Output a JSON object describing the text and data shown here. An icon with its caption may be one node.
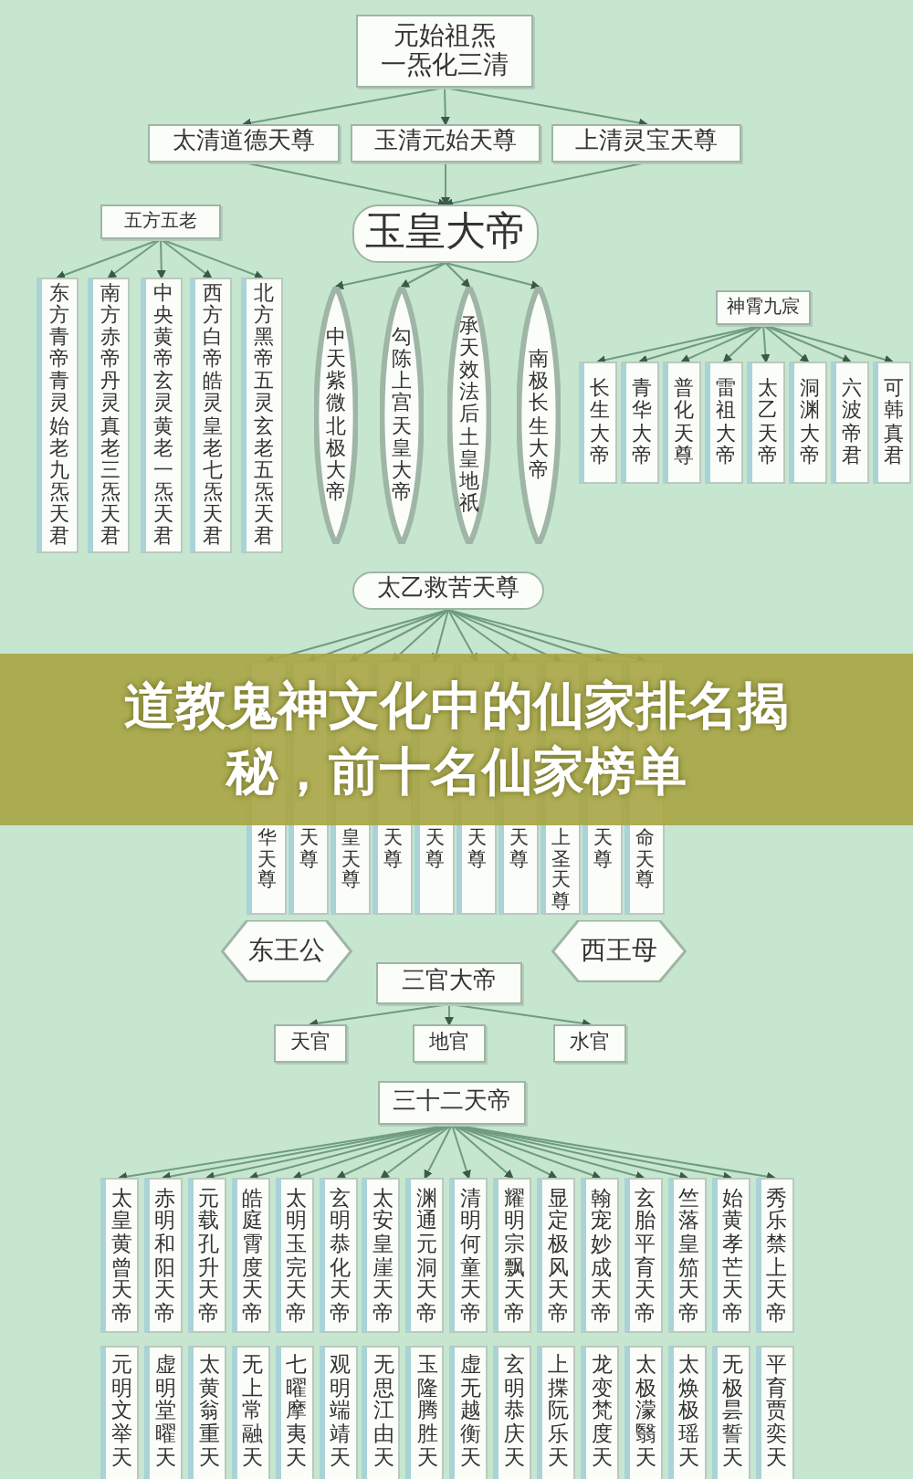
{
  "diagram": {
    "title": "道教鬼神文化中的仙家排名揭秘，前十名仙家榜单",
    "nodes": [
      {
        "text": [
          "元始祖炁一炁化三清"
        ]
      },
      {
        "text": [
          "太清道德天尊"
        ]
      },
      {
        "text": [
          "玉清元始天尊"
        ]
      },
      {
        "text": [
          "上清灵宝天尊"
        ]
      },
      {
        "text": [
          "五方五老"
        ]
      },
      {
        "text": [
          "玉皇大帝"
        ]
      },
      {
        "text": [
          "东方青帝青灵始老九炁天君"
        ]
      },
      {
        "text": [
          "南方赤帝丹灵真老三炁天君"
        ]
      },
      {
        "text": [
          "中央黄帝玄灵黄老一炁天君"
        ]
      },
      {
        "text": [
          "西方白帝皓灵皇老七炁天君"
        ]
      },
      {
        "text": [
          "北方黑帝五灵玄老五炁天君"
        ]
      },
      {
        "text": [
          "中天紫微北极大帝"
        ]
      },
      {
        "text": [
          "勾陈上宫天皇大帝"
        ]
      },
      {
        "text": [
          "承天效法后土皇地祇"
        ]
      },
      {
        "text": [
          "南极长生大帝"
        ]
      },
      {
        "text": [
          "神霄九宸"
        ]
      },
      {
        "text": [
          "长生大帝"
        ]
      },
      {
        "text": [
          "青华大帝"
        ]
      },
      {
        "text": [
          "普化天尊"
        ]
      },
      {
        "text": [
          "雷祖大帝"
        ]
      },
      {
        "text": [
          "太乙天帝"
        ]
      },
      {
        "text": [
          "洞渊大帝"
        ]
      },
      {
        "text": [
          "六波帝君"
        ]
      },
      {
        "text": [
          "可韩真君"
        ]
      },
      {
        "text": [
          "太乙救苦天尊"
        ]
      },
      {
        "text": [
          "华天尊"
        ]
      },
      {
        "text": [
          "天尊"
        ]
      },
      {
        "text": [
          "皇天尊"
        ]
      },
      {
        "text": [
          "天尊"
        ]
      },
      {
        "text": [
          "天尊"
        ]
      },
      {
        "text": [
          "天尊"
        ]
      },
      {
        "text": [
          "天尊"
        ]
      },
      {
        "text": [
          "上圣天尊"
        ]
      },
      {
        "text": [
          "天尊"
        ]
      },
      {
        "text": [
          "命天尊"
        ]
      },
      {
        "text": [
          "东王公"
        ]
      },
      {
        "text": [
          "西王母"
        ]
      },
      {
        "text": [
          "三官大帝"
        ]
      },
      {
        "text": [
          "天官"
        ]
      },
      {
        "text": [
          "地官"
        ]
      },
      {
        "text": [
          "水官"
        ]
      },
      {
        "text": [
          "三十二天帝"
        ]
      },
      {
        "text": [
          "太皇黄曾天帝"
        ]
      },
      {
        "text": [
          "赤明和阳天帝"
        ]
      },
      {
        "text": [
          "元载孔升天帝"
        ]
      },
      {
        "text": [
          "皓庭霄度天帝"
        ]
      },
      {
        "text": [
          "太明玉完天帝"
        ]
      },
      {
        "text": [
          "玄明恭化天帝"
        ]
      },
      {
        "text": [
          "太安皇崖天帝"
        ]
      },
      {
        "text": [
          "渊通元洞天帝"
        ]
      },
      {
        "text": [
          "清明何童天帝"
        ]
      },
      {
        "text": [
          "耀明宗飘天帝"
        ]
      },
      {
        "text": [
          "显定极风天帝"
        ]
      },
      {
        "text": [
          "翰宠妙成天帝"
        ]
      },
      {
        "text": [
          "玄胎平育天帝"
        ]
      },
      {
        "text": [
          "竺落皇笳天帝"
        ]
      },
      {
        "text": [
          "始黄孝芒天帝"
        ]
      },
      {
        "text": [
          "秀乐禁上天帝"
        ]
      },
      {
        "text": [
          "元明文举天"
        ]
      },
      {
        "text": [
          "虚明堂曜天"
        ]
      },
      {
        "text": [
          "太黄翁重天"
        ]
      },
      {
        "text": [
          "无上常融天"
        ]
      },
      {
        "text": [
          "七曜摩夷天"
        ]
      },
      {
        "text": [
          "观明端靖天"
        ]
      },
      {
        "text": [
          "无思江由天"
        ]
      },
      {
        "text": [
          "玉隆腾胜天"
        ]
      },
      {
        "text": [
          "虚无越衡天"
        ]
      },
      {
        "text": [
          "玄明恭庆天"
        ]
      },
      {
        "text": [
          "上揲阮乐天"
        ]
      },
      {
        "text": [
          "龙变梵度天"
        ]
      },
      {
        "text": [
          "太极濛翳天"
        ]
      },
      {
        "text": [
          "太焕极瑶天"
        ]
      },
      {
        "text": [
          "无极昙誓天"
        ]
      },
      {
        "text": [
          "平育贾奕天"
        ]
      }
    ],
    "edges": [
      {
        "from": 0,
        "to": 1,
        "arrow": "to"
      },
      {
        "from": 0,
        "to": 2,
        "arrow": "to"
      },
      {
        "from": 0,
        "to": 3,
        "arrow": "to"
      },
      {
        "from": 1,
        "to": 5,
        "arrow": "to"
      },
      {
        "from": 2,
        "to": 5,
        "arrow": "to"
      },
      {
        "from": 3,
        "to": 5,
        "arrow": "to"
      },
      {
        "from": 4,
        "to": 6,
        "arrow": "to"
      },
      {
        "from": 4,
        "to": 7,
        "arrow": "to"
      },
      {
        "from": 4,
        "to": 8,
        "arrow": "to"
      },
      {
        "from": 4,
        "to": 9,
        "arrow": "to"
      },
      {
        "from": 4,
        "to": 10,
        "arrow": "to"
      },
      {
        "from": 5,
        "to": 11,
        "arrow": "to"
      },
      {
        "from": 5,
        "to": 12,
        "arrow": "to"
      },
      {
        "from": 5,
        "to": 13,
        "arrow": "to"
      },
      {
        "from": 5,
        "to": 14,
        "arrow": "to"
      },
      {
        "from": 15,
        "to": 16,
        "arrow": "to"
      },
      {
        "from": 15,
        "to": 17,
        "arrow": "to"
      },
      {
        "from": 15,
        "to": 18,
        "arrow": "to"
      },
      {
        "from": 15,
        "to": 19,
        "arrow": "to"
      },
      {
        "from": 15,
        "to": 20,
        "arrow": "to"
      },
      {
        "from": 15,
        "to": 21,
        "arrow": "to"
      },
      {
        "from": 15,
        "to": 22,
        "arrow": "to"
      },
      {
        "from": 15,
        "to": 23,
        "arrow": "to"
      },
      {
        "from": 24,
        "to": 25,
        "arrow": "to"
      },
      {
        "from": 24,
        "to": 26,
        "arrow": "to"
      },
      {
        "from": 24,
        "to": 27,
        "arrow": "to"
      },
      {
        "from": 24,
        "to": 28,
        "arrow": "to"
      },
      {
        "from": 24,
        "to": 29,
        "arrow": "to"
      },
      {
        "from": 24,
        "to": 30,
        "arrow": "to"
      },
      {
        "from": 24,
        "to": 31,
        "arrow": "to"
      },
      {
        "from": 24,
        "to": 32,
        "arrow": "to"
      },
      {
        "from": 24,
        "to": 33,
        "arrow": "to"
      },
      {
        "from": 24,
        "to": 34,
        "arrow": "to"
      },
      {
        "from": 37,
        "to": 38,
        "arrow": "to"
      },
      {
        "from": 37,
        "to": 39,
        "arrow": "to"
      },
      {
        "from": 37,
        "to": 40,
        "arrow": "to"
      },
      {
        "from": 41,
        "to": 42,
        "arrow": "to"
      },
      {
        "from": 41,
        "to": 43,
        "arrow": "to"
      },
      {
        "from": 41,
        "to": 44,
        "arrow": "to"
      },
      {
        "from": 41,
        "to": 45,
        "arrow": "to"
      },
      {
        "from": 41,
        "to": 46,
        "arrow": "to"
      },
      {
        "from": 41,
        "to": 47,
        "arrow": "to"
      },
      {
        "from": 41,
        "to": 48,
        "arrow": "to"
      },
      {
        "from": 41,
        "to": 49,
        "arrow": "to"
      },
      {
        "from": 41,
        "to": 50,
        "arrow": "to"
      },
      {
        "from": 41,
        "to": 51,
        "arrow": "to"
      },
      {
        "from": 41,
        "to": 52,
        "arrow": "to"
      },
      {
        "from": 41,
        "to": 53,
        "arrow": "to"
      },
      {
        "from": 41,
        "to": 54,
        "arrow": "to"
      },
      {
        "from": 41,
        "to": 55,
        "arrow": "to"
      },
      {
        "from": 41,
        "to": 56,
        "arrow": "to"
      },
      {
        "from": 41,
        "to": 57,
        "arrow": "to"
      }
    ]
  }
}
